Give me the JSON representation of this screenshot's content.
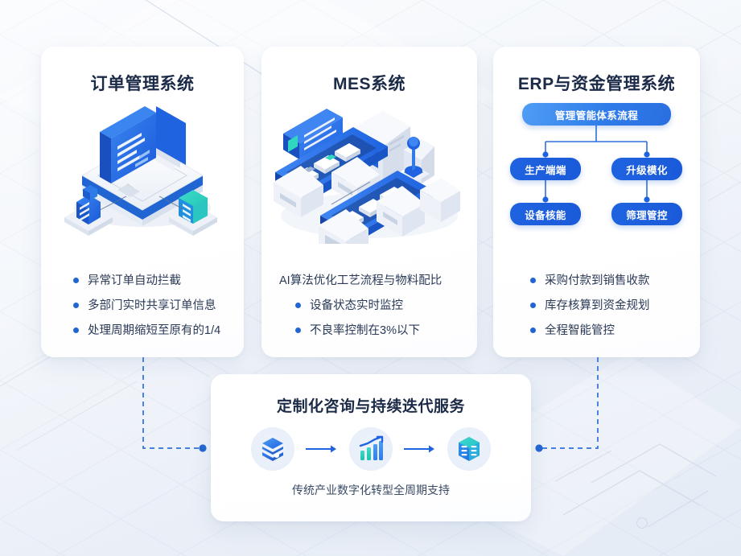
{
  "theme": {
    "accent": "#2065d1",
    "accent_dark": "#1a5ad9",
    "accent_light": "#4f9df5",
    "teal": "#2fd6c0",
    "title_color": "#1b2a47",
    "body_color": "#2a3a57",
    "page_bg": "#eef2f8"
  },
  "cards": [
    {
      "id": "order",
      "title": "订单管理系统",
      "illustration": "isometric-document-monitor",
      "features": [
        {
          "text": "异常订单自动拦截",
          "bullet": true
        },
        {
          "text": "多部门实时共享订单信息",
          "bullet": true
        },
        {
          "text": "处理周期缩短至原有的1/4",
          "bullet": true
        }
      ]
    },
    {
      "id": "mes",
      "title": "MES系统",
      "illustration": "isometric-assembly-line",
      "features": [
        {
          "text": "AI算法优化工艺流程与物料配比",
          "bullet": false
        },
        {
          "text": "设备状态实时监控",
          "bullet": true
        },
        {
          "text": "不良率控制在3%以下",
          "bullet": true
        }
      ]
    },
    {
      "id": "erp",
      "title": "ERP与资金管理系统",
      "illustration": "flow-diagram",
      "flow": {
        "root": "管理管能体系流程",
        "level2": [
          "生产端端",
          "升级模化"
        ],
        "level3": [
          "设备核能",
          "筛理管控"
        ]
      },
      "features": [
        {
          "text": "采购付款到销售收款",
          "bullet": true
        },
        {
          "text": "库存核算到资金规划",
          "bullet": true
        },
        {
          "text": "全程智能管控",
          "bullet": true
        }
      ]
    }
  ],
  "bottom_card": {
    "title": "定制化咨询与持续迭代服务",
    "subtitle": "传统产业数字化转型全周期支持",
    "flow_icons": [
      {
        "name": "layers-stack-icon",
        "label": "数据层"
      },
      {
        "name": "bar-chart-icon",
        "label": "分析"
      },
      {
        "name": "server-rack-icon",
        "label": "系统"
      }
    ],
    "arrows": [
      "arrow-right-icon",
      "arrow-right-icon"
    ]
  }
}
